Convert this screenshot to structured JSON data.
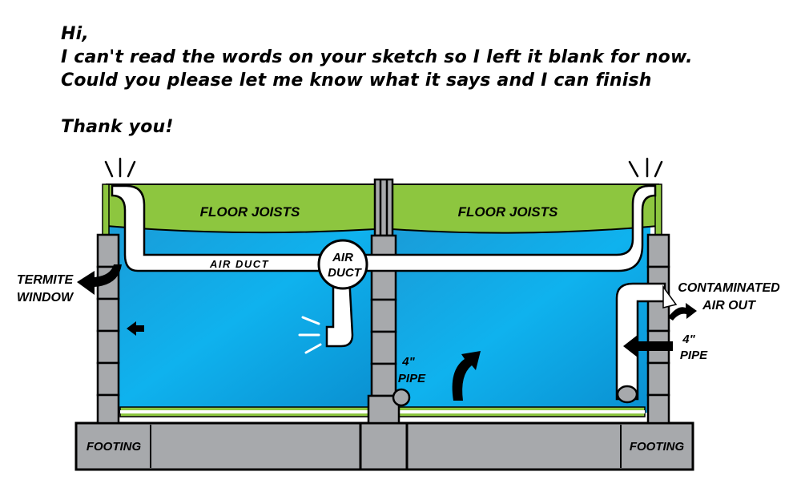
{
  "note": {
    "line1": "Hi,",
    "line2": "I can't read the words on your sketch so I left it blank for now.",
    "line3": "Could you please let me know what it says and I can finish",
    "line4": "Thank you!"
  },
  "diagram": {
    "floor_joists_left": "FLOOR JOISTS",
    "floor_joists_right": "FLOOR JOISTS",
    "air_duct_horizontal": "AIR DUCT",
    "air_duct_circle_line1": "AIR",
    "air_duct_circle_line2": "DUCT",
    "termite_window_line1": "TERMITE",
    "termite_window_line2": "WINDOW",
    "contaminated_line1": "CONTAMINATED",
    "contaminated_line2": "AIR OUT",
    "pipe_center_line1": "4\"",
    "pipe_center_line2": "PIPE",
    "pipe_right_line1": "4\"",
    "pipe_right_line2": "PIPE",
    "footing_left": "FOOTING",
    "footing_right": "FOOTING"
  },
  "colors": {
    "joists_green": "#8dc63f",
    "crawlspace_blue": "#0fa8e0",
    "block_gray": "#a7a9ac",
    "outline": "#000000"
  }
}
